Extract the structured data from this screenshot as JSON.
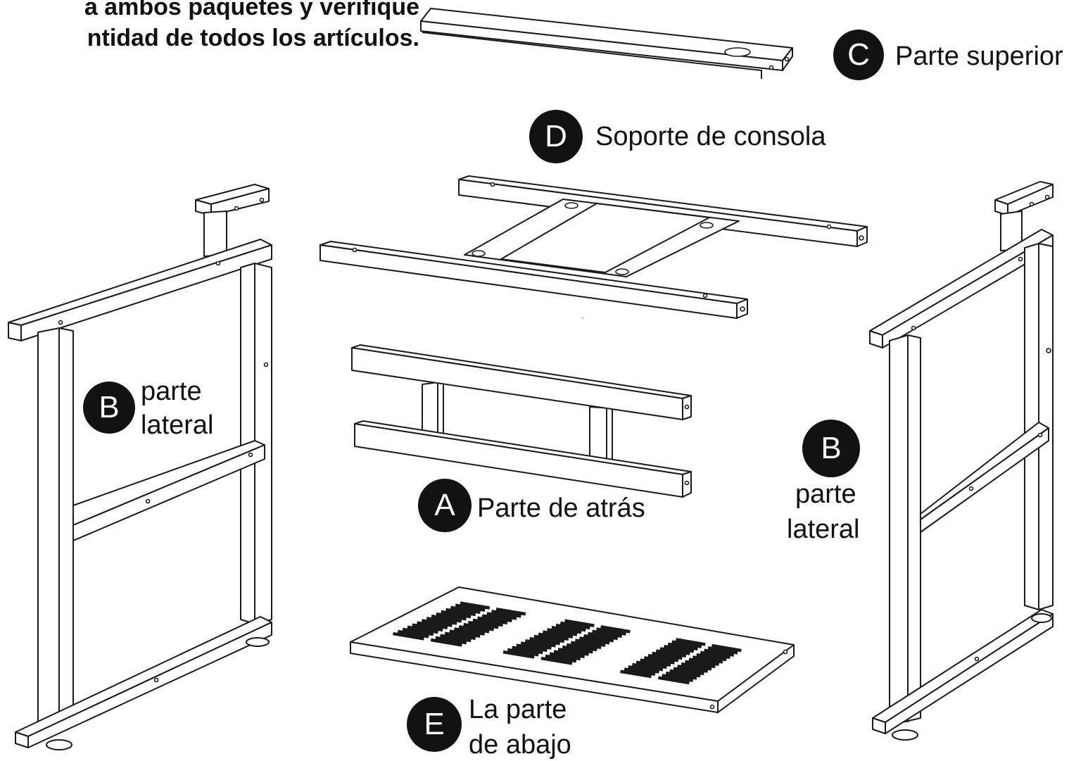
{
  "instructions": {
    "line1": "a ambos paquetes y verifique",
    "line2": "ntidad de todos los artículos."
  },
  "parts": {
    "c": {
      "letter": "C",
      "name": "Parte superior"
    },
    "d": {
      "letter": "D",
      "name": "Soporte de consola"
    },
    "b_left": {
      "letter": "B",
      "name_line1": "parte",
      "name_line2": "lateral"
    },
    "b_right": {
      "letter": "B",
      "name_line1": "parte",
      "name_line2": "lateral"
    },
    "a": {
      "letter": "A",
      "name": "Parte de atrás"
    },
    "e": {
      "letter": "E",
      "name_line1": "La parte",
      "name_line2": "de abajo"
    }
  },
  "colors": {
    "badge": "#121212",
    "line": "#1a1a1a",
    "background": "#ffffff"
  }
}
